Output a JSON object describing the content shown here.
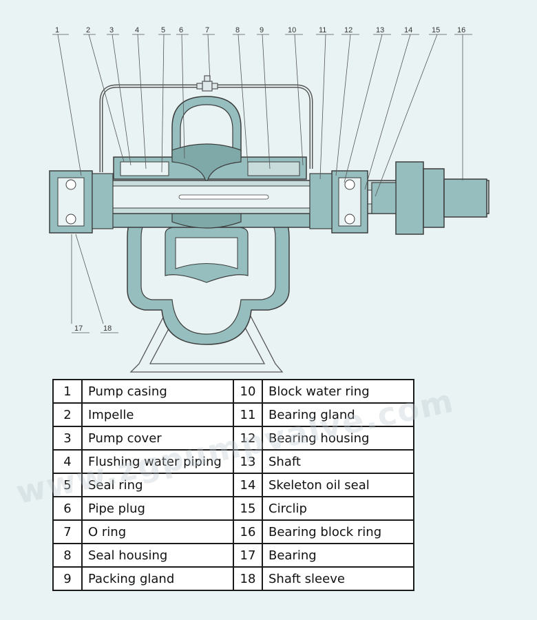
{
  "callouts": [
    "1",
    "2",
    "3",
    "4",
    "5",
    "6",
    "7",
    "8",
    "9",
    "10",
    "11",
    "12",
    "13",
    "14",
    "15",
    "16",
    "17",
    "18"
  ],
  "parts": [
    {
      "num": "1",
      "name": "Pump casing"
    },
    {
      "num": "2",
      "name": "Impelle"
    },
    {
      "num": "3",
      "name": "Pump cover"
    },
    {
      "num": "4",
      "name": "Flushing water piping"
    },
    {
      "num": "5",
      "name": "Seal ring"
    },
    {
      "num": "6",
      "name": "Pipe plug"
    },
    {
      "num": "7",
      "name": "O ring"
    },
    {
      "num": "8",
      "name": "Seal housing"
    },
    {
      "num": "9",
      "name": "Packing gland"
    },
    {
      "num": "10",
      "name": "Block water ring"
    },
    {
      "num": "11",
      "name": "Bearing gland"
    },
    {
      "num": "12",
      "name": "Bearing housing"
    },
    {
      "num": "13",
      "name": "Shaft"
    },
    {
      "num": "14",
      "name": "Skeleton oil seal"
    },
    {
      "num": "15",
      "name": "Circlip"
    },
    {
      "num": "16",
      "name": "Bearing block ring"
    },
    {
      "num": "17",
      "name": "Bearing"
    },
    {
      "num": "18",
      "name": "Shaft sleeve"
    }
  ],
  "watermark": "www.zgpumpvalve.com",
  "colors": {
    "casing": "#96bebe",
    "outline": "#3c3c3c",
    "background": "#e9f3f3"
  }
}
